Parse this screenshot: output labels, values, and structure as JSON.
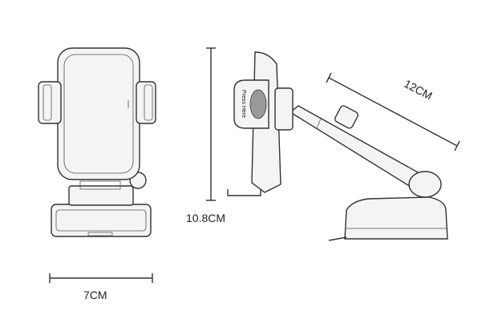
{
  "dimensions": {
    "width": "7CM",
    "height": "10.8CM",
    "arm_length": "12CM"
  },
  "button_text": "Press Here",
  "colors": {
    "line": "#333333",
    "background": "#ffffff"
  }
}
